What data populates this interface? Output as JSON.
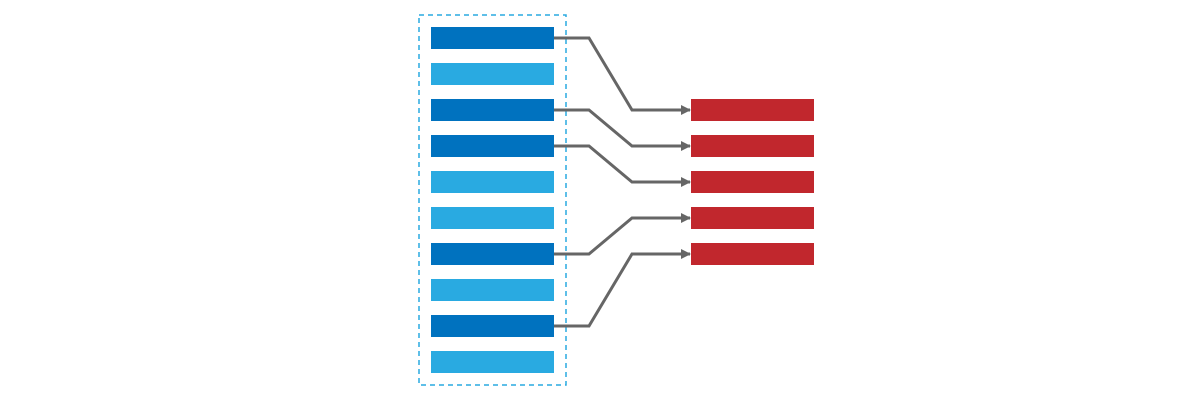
{
  "colors": {
    "selected_row": "#0072BF",
    "unselected_row": "#29AAE1",
    "target_row": "#C1272D",
    "connector": "#666666",
    "selection_border": "#29AAE1",
    "background": "#FFFFFF"
  },
  "source_list": {
    "rows": [
      {
        "kind": "selected"
      },
      {
        "kind": "unselected"
      },
      {
        "kind": "selected"
      },
      {
        "kind": "selected"
      },
      {
        "kind": "unselected"
      },
      {
        "kind": "unselected"
      },
      {
        "kind": "selected"
      },
      {
        "kind": "unselected"
      },
      {
        "kind": "selected"
      },
      {
        "kind": "unselected"
      }
    ]
  },
  "target_list": {
    "row_count": 5
  },
  "connections": [
    {
      "from": 0,
      "to": 0
    },
    {
      "from": 2,
      "to": 1
    },
    {
      "from": 3,
      "to": 2
    },
    {
      "from": 6,
      "to": 3
    },
    {
      "from": 8,
      "to": 4
    }
  ]
}
